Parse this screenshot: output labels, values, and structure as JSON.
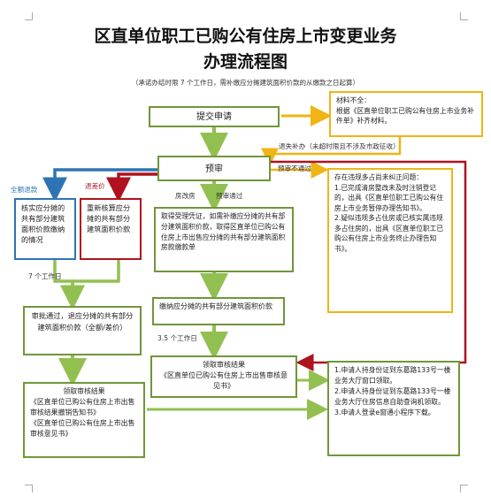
{
  "header": {
    "title_line1": "区直单位职工已购公有住房上市变更业务",
    "title_line2": "办理流程图",
    "subtitle": "（承诺办结时限 7 个工作日，需补缴应分摊建筑面积价款的从缴款之日起算）"
  },
  "nodes": {
    "submit": "提交申请",
    "materials_incomplete_title": "材料不全：",
    "materials_incomplete_body": "根据《区直单位职工已购公有住房上市业务补件单》补齐材料。",
    "preliminary": "预审",
    "verify_refund": "核实应分摊的共有部分建筑面积价款缴纳的情况",
    "recheck_payment": "重新核算应分摊的共有部分建筑面积价款",
    "accept_text": "取得受理凭证，如需补缴应分摊的共有部分建筑面积价款，取得区直单位已购公有住房上市出售应分摊的共有部分建筑面积房款缴款单",
    "violation_title": "存在违规多占尚未纠正问题：",
    "violation_body1": "1.已完成清房整改未及时注销登记的，出具《区直单位职工已购公有住房上市业务暂停办理告知书》。",
    "violation_body2": "2.疑似违规多占住房或已核实属违规多占住房的，出具《区直单位职工已购公有住房上市业务终止办理告知书》。",
    "pay_fee": "缴纳应分摊的共有部分建筑面积价款",
    "approval_pass": "审批通过，退应分摊的共有部分建筑面积价款（全额/差价）",
    "collect_result": "领取审核结果",
    "collect_result_doc": "《区直单位已购公有住房上市出售审核意见书》",
    "collect_left_title": "领取审核结果",
    "collect_left_doc1": "《区直单位已购公有住房上市出售审核结果撤销告知书》",
    "collect_left_doc2": "《区直单位已购公有住房上市出售审核意见书》",
    "pickup_1": "1.申请人持身份证到东葛路133号一楼业务大厅窗口领取。",
    "pickup_2": "2.申请人持身份证到东葛路133号一楼业务大厅住房信息自助查询机领取。",
    "pickup_3": "3.申请人登录e窗通小程序下载。"
  },
  "labels": {
    "full_refund": "全额退款",
    "diff_refund": "退差价",
    "supplement": "退失补办（未超时限且不涉及市政征收）",
    "precheck_fail": "预审不通过",
    "housing_change": "房改房",
    "precheck_pass": "预审通过",
    "seven_days": "7 个工作日",
    "three_five_days": "3.5 个工作日"
  },
  "colors": {
    "green": "#70963a",
    "yellow": "#f0b414",
    "blue": "#2e74b5",
    "red": "#b0121e",
    "arrow_green": "#92c050"
  }
}
